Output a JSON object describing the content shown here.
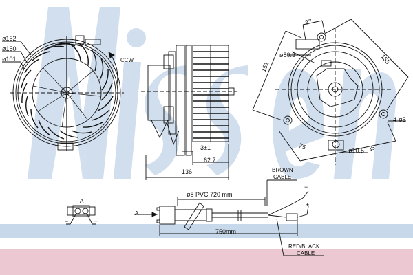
{
  "watermark": {
    "text": "Nissens",
    "registered": "®",
    "color": "#b9cde6"
  },
  "colors": {
    "line": "#111111",
    "band_blue": "#c7d8ea",
    "band_pink": "#ecc9d2",
    "background": "#ffffff"
  },
  "front_view": {
    "diameters": [
      "ø162",
      "ø150",
      "ø101"
    ],
    "rotation": "CCW"
  },
  "side_view": {
    "dim_overall": "136",
    "dim_wheel": "62.7",
    "dim_gap": "3±1"
  },
  "rear_view": {
    "dim_top": "27",
    "dim_hub": "ø80.3",
    "dim_left": "151",
    "dim_right": "155",
    "dim_bottom": "75",
    "holes": "4-ø5",
    "bottom_hole": "ø10.5",
    "bottom_angle": "45"
  },
  "connector": {
    "view_label": "A",
    "minus": "−",
    "plus": "+"
  },
  "cable": {
    "arrow_label": "A",
    "spec": "ø8  PVC  720  mm",
    "length": "750mm",
    "brown": "BROWN\nCABLE",
    "brown_line1": "BROWN",
    "brown_line2": "CABLE",
    "redblack_line1": "RED/BLACK",
    "redblack_line2": "CABLE",
    "minus": "−",
    "plus": "+"
  }
}
